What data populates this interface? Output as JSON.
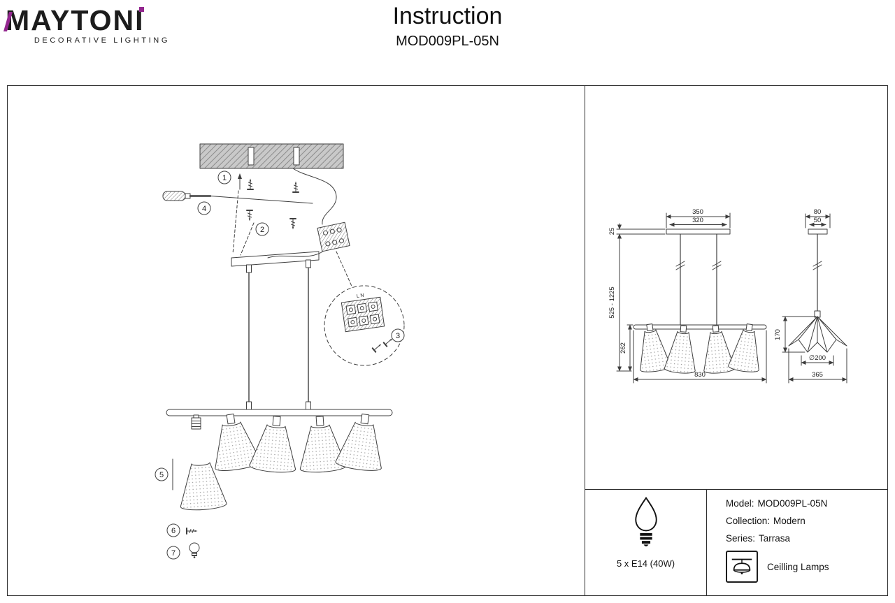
{
  "header": {
    "logo": {
      "brand": "MAYTONI",
      "tagline": "DECORATIVE LIGHTING",
      "accent_color": "#93278f"
    },
    "title": "Instruction",
    "model": "MOD009PL-05N"
  },
  "assembly": {
    "steps": [
      "1",
      "2",
      "3",
      "4",
      "5",
      "6",
      "7"
    ],
    "connector_label": "L N"
  },
  "dimensions": {
    "front": {
      "canopy_length": "350",
      "mount_spacing": "320",
      "canopy_height": "25",
      "overall_height": "525 - 1225",
      "shade_drop": "262",
      "bar_length": "830"
    },
    "side": {
      "canopy_width": "80",
      "mount_spacing": "50",
      "shade_height": "170",
      "shade_diameter": "∅200",
      "shade_width": "365"
    }
  },
  "specs": {
    "bulb_label": "5 x E14 (40W)",
    "info_rows": [
      {
        "label": "Model:",
        "value": "MOD009PL-05N"
      },
      {
        "label": "Collection:",
        "value": "Modern"
      },
      {
        "label": "Series:",
        "value": "Tarrasa"
      }
    ],
    "category": "Ceilling Lamps"
  }
}
